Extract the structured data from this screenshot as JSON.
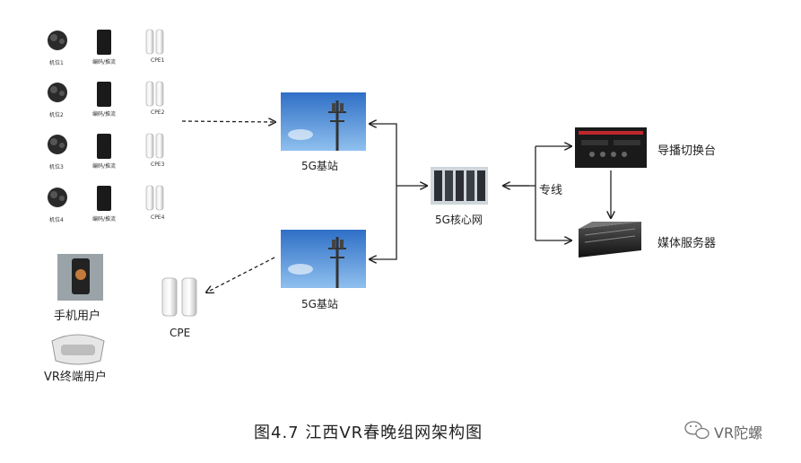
{
  "cameras": [
    {
      "position_label": "机位1",
      "encoder_label": "编码/推流",
      "cpe_label": "CPE1"
    },
    {
      "position_label": "机位2",
      "encoder_label": "编码/推流",
      "cpe_label": "CPE2"
    },
    {
      "position_label": "机位3",
      "encoder_label": "编码/推流",
      "cpe_label": "CPE3"
    },
    {
      "position_label": "机位4",
      "encoder_label": "编码/推流",
      "cpe_label": "CPE4"
    }
  ],
  "base_station_top": {
    "label": "5G基站"
  },
  "base_station_bottom": {
    "label": "5G基站"
  },
  "core_network": {
    "label": "5G核心网"
  },
  "dedicated_line": {
    "label": "专线"
  },
  "switcher": {
    "label": "导播切换台"
  },
  "media_server": {
    "label": "媒体服务器"
  },
  "mobile_user": {
    "label": "手机用户"
  },
  "vr_user": {
    "label": "VR终端用户"
  },
  "cpe_user": {
    "label": "CPE"
  },
  "caption": "图4.7  江西VR春晚组网架构图",
  "watermark": {
    "label": "VR陀螺",
    "icon": "wechat-icon"
  },
  "colors": {
    "line": "#222222",
    "sky": "#4a90d9",
    "device_dark": "#1a1a1a",
    "switcher_red": "#c0272d"
  }
}
